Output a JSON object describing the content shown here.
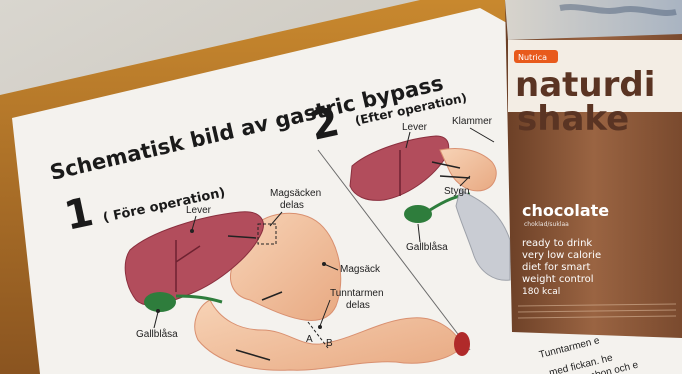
{
  "poster": {
    "title": "Schematisk bild av gastric bypass",
    "section1": {
      "number": "1",
      "heading": "( Före operation)"
    },
    "section2": {
      "number": "2",
      "heading": "(Efter operation)"
    },
    "labels_before": {
      "lever": "Lever",
      "magsacken_1": "Magsäcken",
      "magsacken_2": "delas",
      "magsack": "Magsäck",
      "tunntarmen_1": "Tunntarmen",
      "tunntarmen_2": "delas",
      "gallblasa": "Gallblåsa",
      "point_a": "A",
      "point_b": "B"
    },
    "labels_after": {
      "lever": "Lever",
      "klammer": "Klammer",
      "stygn": "Stygn",
      "gallblasa": "Gallblåsa"
    },
    "bottom_text": [
      "Tunntarmen e",
      "med fickan. he",
      "mbon och e"
    ]
  },
  "carton": {
    "brand_badge": "Nutrica",
    "name_1": "naturdi",
    "name_2": "shake",
    "flavor": "chocolate",
    "flavor_sub": "choklad/suklaa",
    "desc": [
      "ready to drink",
      "very low calorie",
      "diet for smart",
      "weight control"
    ],
    "kcal": "180 kcal"
  },
  "colors": {
    "paper": "#f4f2ee",
    "liver": "#b24d5c",
    "gallbladder": "#2e7d3c",
    "intestine": "#f2c4a4",
    "carton_brown": "#8b5a3c",
    "badge_orange": "#e85a1c"
  }
}
